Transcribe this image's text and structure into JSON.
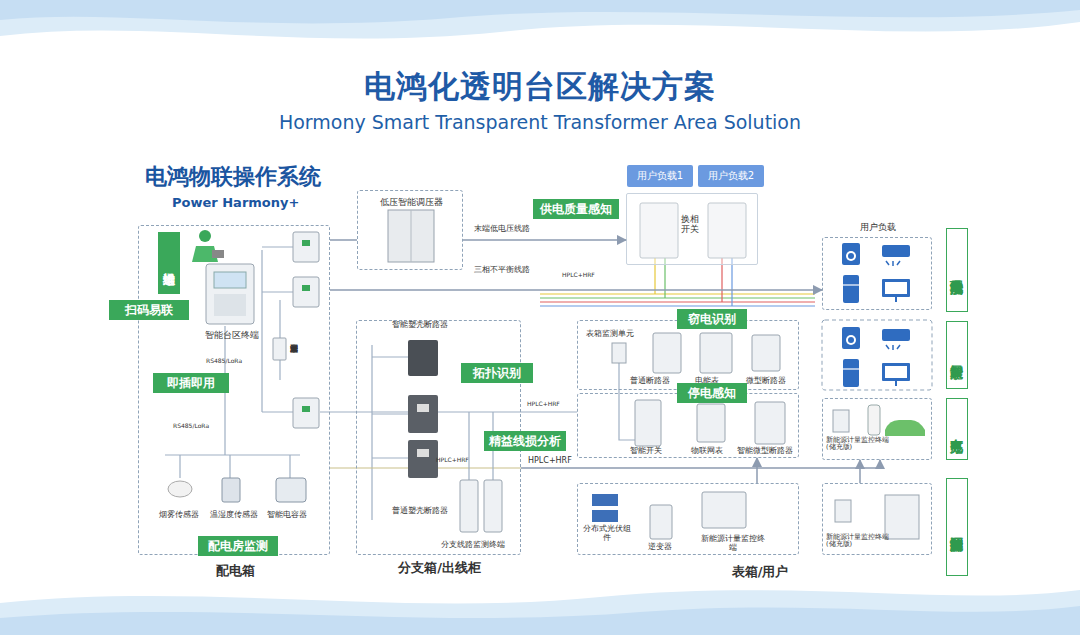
{
  "diagram": {
    "title": "电鸿化透明台区解决方案",
    "nodes": [
      {
        "text": [
          "配电箱"
        ]
      },
      {
        "text": [
          "近场运维"
        ],
        "in": 0
      },
      {
        "text": [
          "扫码易联"
        ],
        "in": 0
      },
      {
        "text": [
          "即插即用"
        ],
        "in": 0
      },
      {
        "text": [
          "配电房监测"
        ],
        "in": 0
      },
      {
        "text": [
          "低压智能调压器"
        ]
      },
      {
        "text": [
          "分支箱/出线柜"
        ]
      },
      {
        "text": [
          "拓扑识别"
        ],
        "in": 6
      },
      {
        "text": [
          "精益线损分析"
        ],
        "in": 6
      },
      {
        "text": [
          "供电质量感知"
        ]
      },
      {
        "text": [
          "用户负载1"
        ]
      },
      {
        "text": [
          "用户负载2"
        ]
      },
      {
        "text": [
          "换相开关"
        ]
      },
      {
        "text": [
          "表箱监测单元",
          "普通断路器",
          "电能表",
          "微型断路器"
        ]
      },
      {
        "text": [
          "窃电识别"
        ],
        "in": 13
      },
      {
        "text": [
          "智能开关",
          "物联网表",
          "智能微型断路器"
        ]
      },
      {
        "text": [
          "停电感知"
        ],
        "in": 15
      },
      {
        "text": [
          "分布式光伏组件",
          "逆变器",
          "新能源计量监控终端"
        ]
      },
      {
        "text": [
          "用户负载"
        ]
      },
      {
        "text": [
          "新能源计量监控终端 (储充版)"
        ]
      },
      {
        "text": [
          "新能源计量监控终端 (储充版)"
        ]
      },
      {
        "text": [
          "电能质量治理"
        ]
      },
      {
        "text": [
          "智能家居"
        ]
      },
      {
        "text": [
          "有序充电"
        ]
      },
      {
        "text": [
          "新能源并网控制"
        ]
      }
    ],
    "edges": [
      {
        "from": 0,
        "to": 5,
        "arrow": "none"
      },
      {
        "from": 5,
        "to": 12,
        "label": "末端低电压线路",
        "arrow": "to"
      },
      {
        "from": 0,
        "to": 18,
        "label": "三相不平衡线路",
        "arrow": "to"
      },
      {
        "from": 6,
        "to": 19,
        "label": "HPLC+HRF",
        "arrow": "to"
      },
      {
        "from": 17,
        "to": 15,
        "arrow": "to"
      },
      {
        "from": 20,
        "to": 19,
        "arrow": "to"
      }
    ],
    "labels": [
      "Hormony Smart Transparent Transformer Area Solution",
      "电鸿物联操作系统",
      "Power Harmony+",
      "智能台区终端",
      "RS485/LoRa",
      "RS485/LoRa",
      "烟雾传感器",
      "温湿度传感器",
      "智能电容器",
      "漏保智能监测单元",
      "智能塑壳断路器",
      "HPLC+HRF",
      "普通塑壳断路器",
      "分支线路监测终端",
      "HPLC+HRF",
      "HPLC+HRF",
      "表箱/用户"
    ]
  }
}
